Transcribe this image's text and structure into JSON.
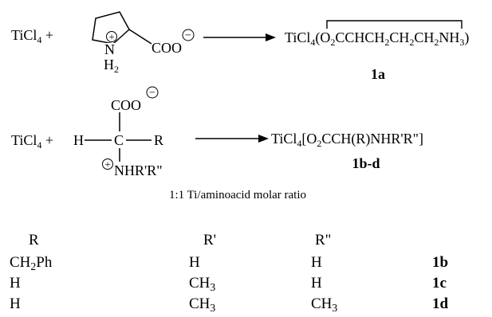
{
  "reaction1": {
    "reagent": [
      "TiCl",
      "4",
      " +"
    ],
    "n_plus": "+",
    "n_label": "N",
    "h2": [
      "H",
      "2"
    ],
    "coo": "COO",
    "coo_minus": "−",
    "product": [
      "TiCl",
      "4",
      "(O",
      "2",
      "CCHCH",
      "2",
      "CH",
      "2",
      "CH",
      "2",
      "NH",
      "3",
      ")"
    ],
    "label": "1a"
  },
  "reaction2": {
    "reagent": [
      "TiCl",
      "4",
      " +"
    ],
    "h": "H",
    "c": "C",
    "r": "R",
    "coo": "COO",
    "coo_minus": "−",
    "nh_plus": "+",
    "nh": "NHR'R\"",
    "product": [
      "TiCl",
      "4",
      "[O",
      "2",
      "CCH(R)NHR'R\"]"
    ],
    "label": "1b-d"
  },
  "ratio_note": "1:1 Ti/aminoacid molar ratio",
  "table": {
    "headers": [
      "R",
      "R'",
      "R\"",
      ""
    ],
    "rows": [
      [
        [
          "CH",
          "2",
          "Ph"
        ],
        [
          "H"
        ],
        [
          "H"
        ],
        [
          "1b"
        ]
      ],
      [
        [
          "H"
        ],
        [
          "CH",
          "3"
        ],
        [
          "H"
        ],
        [
          "1c"
        ]
      ],
      [
        [
          "H"
        ],
        [
          "CH",
          "3"
        ],
        [
          "CH",
          "3"
        ],
        [
          "1d"
        ]
      ]
    ]
  }
}
